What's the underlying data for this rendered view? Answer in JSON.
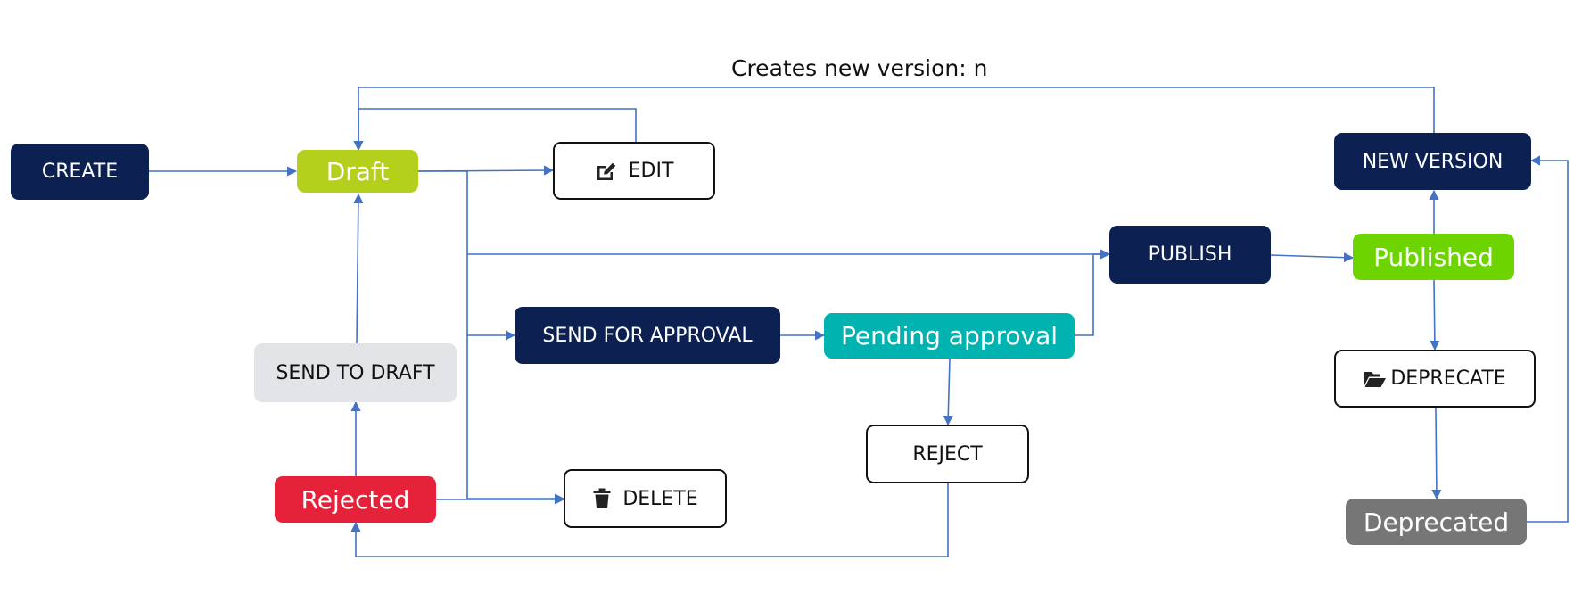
{
  "caption": "Creates new version: n",
  "nodes": {
    "create": "CREATE",
    "draft": "Draft",
    "edit": "EDIT",
    "new_version": "NEW VERSION",
    "publish": "PUBLISH",
    "published": "Published",
    "send_for_approval": "SEND FOR APPROVAL",
    "pending_approval": "Pending approval",
    "send_to_draft": "SEND TO DRAFT",
    "deprecate": "DEPRECATE",
    "reject": "REJECT",
    "rejected": "Rejected",
    "delete": "DELETE",
    "deprecated": "Deprecated"
  },
  "icons": {
    "edit": "edit-icon",
    "delete": "trash-icon",
    "deprecate": "folder-open-icon"
  },
  "colors": {
    "action_dark": "#0c2152",
    "draft": "#b5d01c",
    "published": "#6dd400",
    "pending": "#00b3b0",
    "rejected": "#e5223a",
    "deprecated": "#767676",
    "send_to_draft": "#e3e4e7",
    "connector": "#4472c4"
  }
}
